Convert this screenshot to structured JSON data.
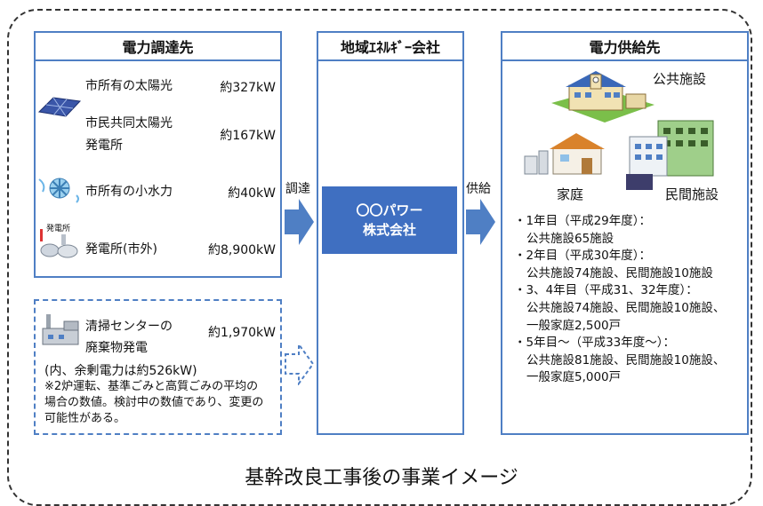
{
  "procurement": {
    "title": "電力調達先",
    "sources": [
      {
        "name_lines": [
          "市所有の太陽光"
        ],
        "amount": "約327kW"
      },
      {
        "name_lines": [
          "市民共同太陽光",
          "発電所"
        ],
        "amount": "約167kW"
      },
      {
        "name_lines": [
          "市所有の小水力"
        ],
        "amount": "約40kW"
      },
      {
        "name_lines": [
          "発電所(市外)"
        ],
        "amount": "約8,900kW"
      }
    ],
    "plant_icon_label": "発電所",
    "future": {
      "name_lines": [
        "清掃センターの",
        "廃棄物発電"
      ],
      "amount": "約1,970kW",
      "note_lines": [
        "(内、余剰電力は約526kW)",
        "※2炉運転、基準ごみと高質ごみの平均の",
        "場合の数値。検討中の数値であり、変更の",
        "可能性がある。"
      ]
    }
  },
  "arrows": {
    "procure_label": "調達",
    "supply_label": "供給"
  },
  "company_box": {
    "title": "地域ｴﾈﾙｷﾞｰ会社",
    "name_lines": [
      "〇〇パワー",
      "株式会社"
    ]
  },
  "supply": {
    "title": "電力供給先",
    "facility_labels": {
      "public": "公共施設",
      "home": "家庭",
      "private": "民間施設"
    },
    "schedule": [
      "・1年目（平成29年度）：",
      "公共施設65施設",
      "・2年目（平成30年度）：",
      "公共施設74施設、民間施設10施設",
      "・3、4年目（平成31、32年度）：",
      "公共施設74施設、民間施設10施設、",
      "一般家庭2,500戸",
      "・5年目～（平成33年度～）：",
      "公共施設81施設、民間施設10施設、",
      "一般家庭5,000戸"
    ]
  },
  "caption": "基幹改良工事後の事業イメージ",
  "colors": {
    "border": "#4f7fc4",
    "company_fill": "#3f6fc1",
    "arrow": "#4f7fc4"
  }
}
